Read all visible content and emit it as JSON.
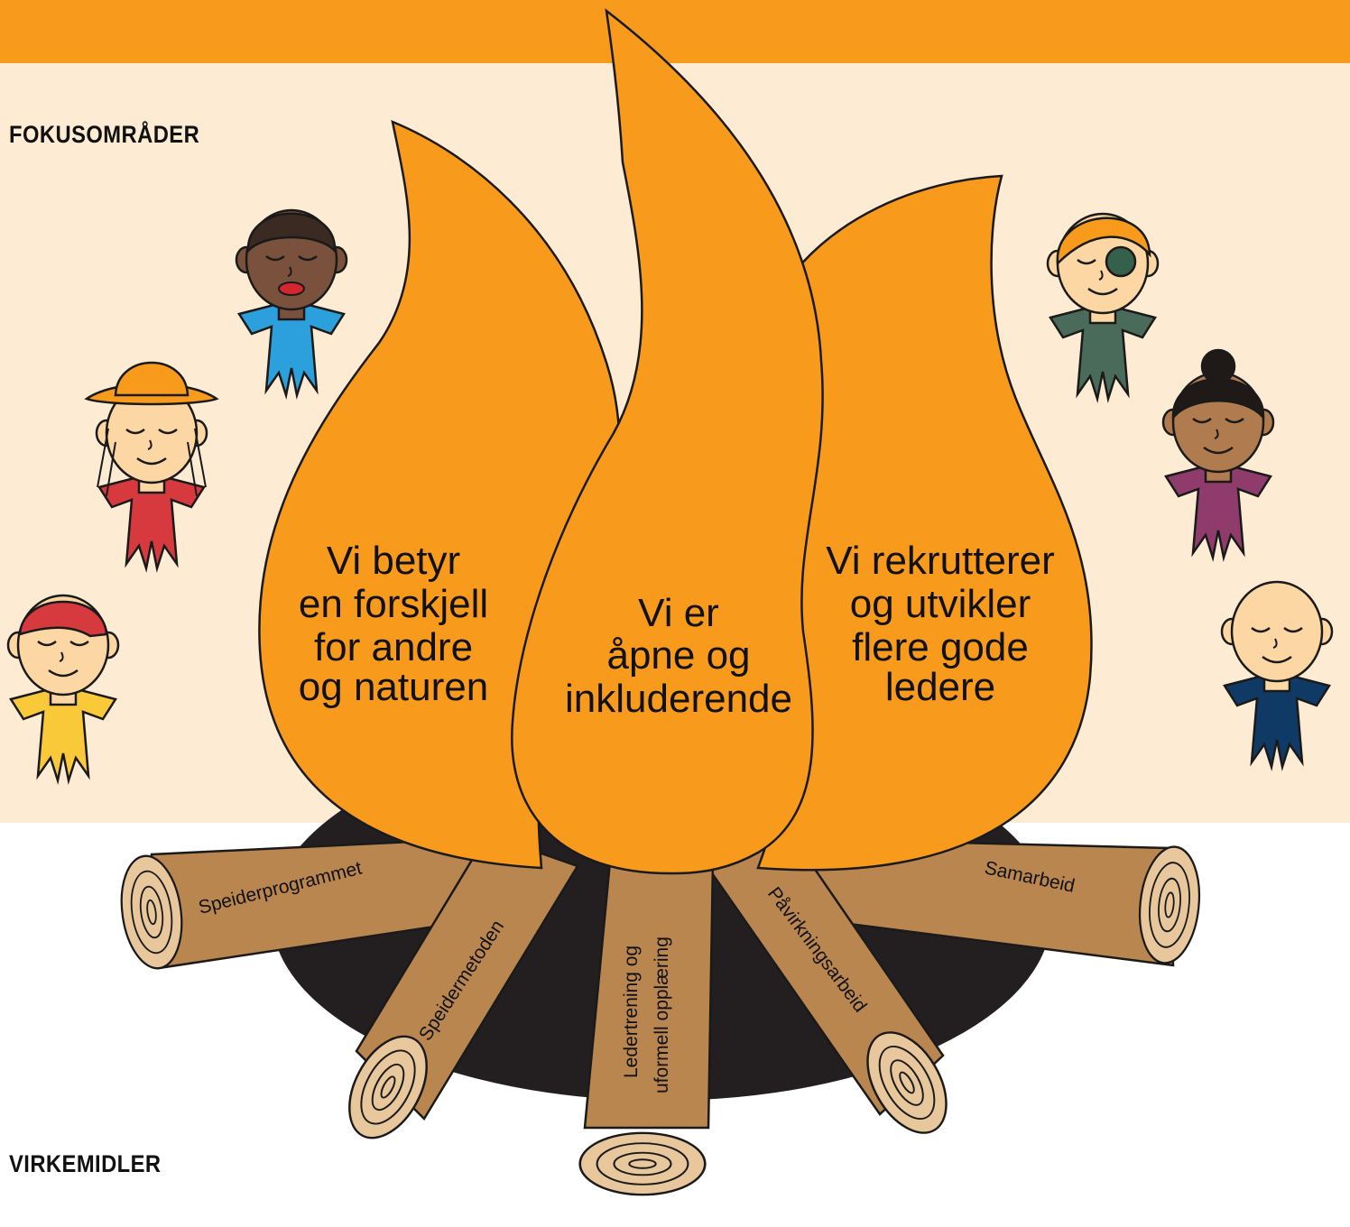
{
  "headings": {
    "focus": "FOKUSOMRÅDER",
    "means": "VIRKEMIDLER"
  },
  "flames": [
    {
      "lines": [
        "Vi betyr",
        "en forskjell",
        "for andre",
        "og naturen"
      ]
    },
    {
      "lines": [
        "Vi er",
        "åpne og",
        "inkluderende"
      ]
    },
    {
      "lines": [
        "Vi rekrutterer",
        "og utvikler",
        "flere gode",
        "ledere"
      ]
    }
  ],
  "logs": {
    "speiderprogrammet": "Speiderprogrammet",
    "speidermetoden": "Speidermetoden",
    "ledertrening_line1": "Ledertrening og",
    "ledertrening_line2": "uformell opplæring",
    "pavirkningsarbeid": "Påvirkningsarbeid",
    "samarbeid": "Samarbeid"
  },
  "scouts": [
    {
      "icon": "scout-cap-wink-icon",
      "scarf": "#f9c93a",
      "skin": "#fcd7a4"
    },
    {
      "icon": "scout-hat-icon",
      "scarf": "#d63a3f",
      "skin": "#fcd7a4"
    },
    {
      "icon": "scout-curly-hair-icon",
      "scarf": "#2ba0dc",
      "skin": "#7a513c"
    },
    {
      "icon": "scout-eyepatch-icon",
      "scarf": "#4a6b5a",
      "skin": "#fcd7a4"
    },
    {
      "icon": "scout-bun-icon",
      "scarf": "#8f3b6b",
      "skin": "#b07c4f"
    },
    {
      "icon": "scout-bald-icon",
      "scarf": "#0f3a66",
      "skin": "#fcd7a4"
    }
  ],
  "colors": {
    "flame": "#f89a1c",
    "cream": "#fdebd3",
    "log_bark": "#b9864f",
    "log_end": "#e8c79c",
    "pit": "#231f20"
  }
}
